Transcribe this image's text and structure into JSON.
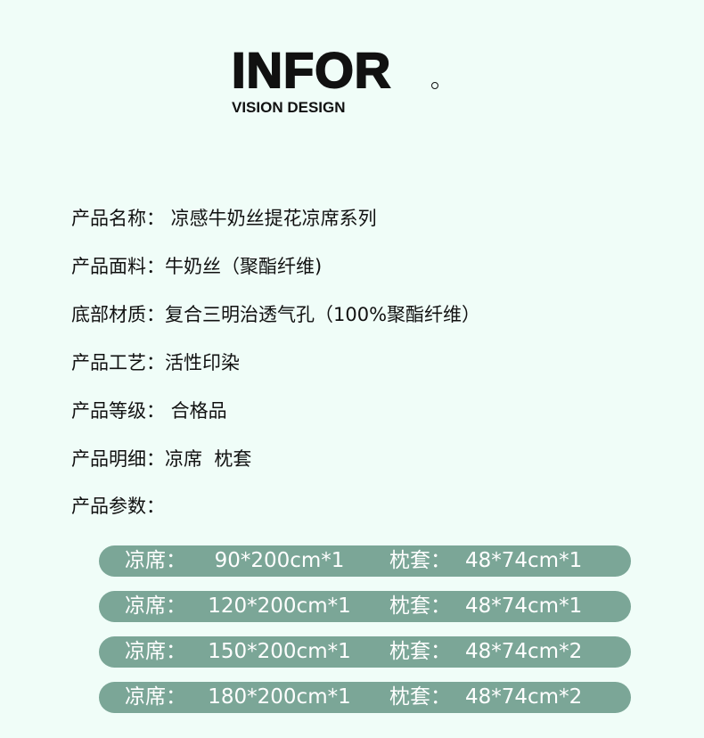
{
  "logo": {
    "main": "INFOR",
    "sub": "VISION DESIGN"
  },
  "specs": [
    "产品名称： 凉感牛奶丝提花凉席系列",
    "产品面料：牛奶丝（聚酯纤维)",
    "底部材质：复合三明治透气孔（100%聚酯纤维）",
    "产品工艺：活性印染",
    "产品等级： 合格品",
    "产品明细：凉席  枕套",
    "产品参数："
  ],
  "params": [
    {
      "mat_label": "凉席：",
      "mat_size": "90*200cm*1",
      "pillow_label": "枕套：",
      "pillow_size": "48*74cm*1"
    },
    {
      "mat_label": "凉席：",
      "mat_size": "120*200cm*1",
      "pillow_label": "枕套：",
      "pillow_size": "48*74cm*1"
    },
    {
      "mat_label": "凉席：",
      "mat_size": "150*200cm*1",
      "pillow_label": "枕套：",
      "pillow_size": "48*74cm*2"
    },
    {
      "mat_label": "凉席：",
      "mat_size": "180*200cm*1",
      "pillow_label": "枕套：",
      "pillow_size": "48*74cm*2"
    }
  ],
  "colors": {
    "background": "#f0fdf8",
    "pill": "#7ba697"
  }
}
